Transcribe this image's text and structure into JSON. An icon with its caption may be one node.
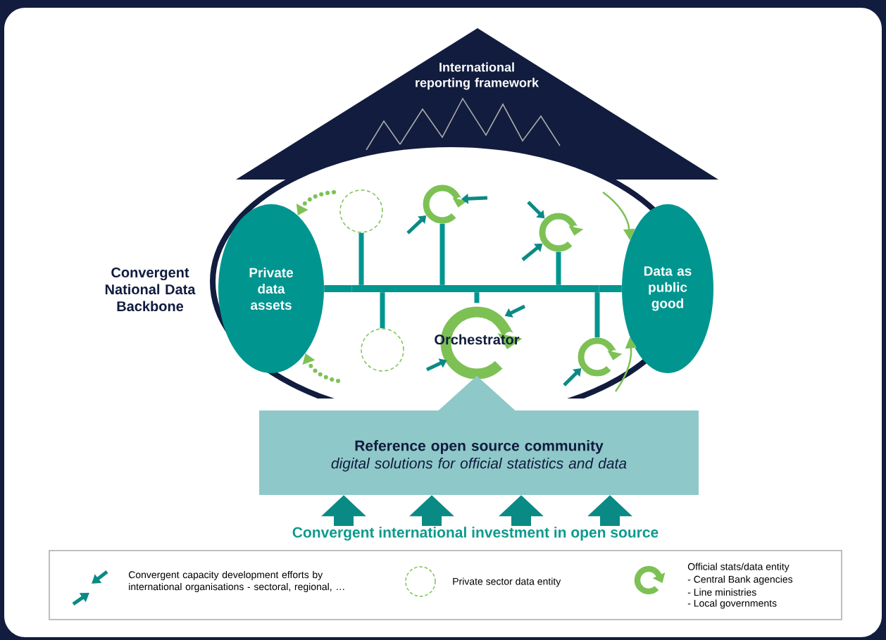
{
  "diagram": {
    "nodes": [
      {
        "text": [
          "International reporting framework"
        ]
      },
      {
        "text": [
          "Private data assets"
        ]
      },
      {
        "text": [],
        "shape": "bar"
      },
      {
        "text": [
          "Data as public good"
        ]
      },
      {
        "text": [],
        "shape": "circle"
      },
      {
        "text": [],
        "shape": "circle"
      },
      {
        "text": [],
        "shape": "circle"
      },
      {
        "text": [],
        "shape": "circle"
      },
      {
        "text": [
          "Orchestrator"
        ]
      },
      {
        "text": [],
        "shape": "circle"
      },
      {
        "text": [
          "Reference open source community",
          "digital solutions for official statistics and data"
        ]
      },
      {
        "text": [
          "Convergent international investment in open source"
        ]
      }
    ],
    "edges": [
      {
        "from": 1,
        "to": 2,
        "arrow": "none"
      },
      {
        "from": 2,
        "to": 3,
        "arrow": "none"
      },
      {
        "from": 4,
        "to": 2,
        "arrow": "none"
      },
      {
        "from": 5,
        "to": 2,
        "arrow": "none"
      },
      {
        "from": 6,
        "to": 2,
        "arrow": "none"
      },
      {
        "from": 7,
        "to": 2,
        "arrow": "none"
      },
      {
        "from": 8,
        "to": 2,
        "arrow": "none"
      },
      {
        "from": 9,
        "to": 2,
        "arrow": "none"
      },
      {
        "from": 10,
        "to": 8,
        "arrow": "to",
        "style": "thick",
        "color": "#8fc8c9"
      },
      {
        "from": 11,
        "to": 10,
        "arrow": "to",
        "style": "thick"
      },
      {
        "from": 11,
        "to": 10,
        "arrow": "to",
        "style": "thick"
      },
      {
        "from": 11,
        "to": 10,
        "arrow": "to",
        "style": "thick"
      },
      {
        "from": 11,
        "to": 10,
        "arrow": "to",
        "style": "thick"
      },
      {
        "from": null,
        "to": 5,
        "arrow": "to"
      },
      {
        "from": null,
        "to": 5,
        "arrow": "to"
      },
      {
        "from": null,
        "to": 6,
        "arrow": "to"
      },
      {
        "from": null,
        "to": 6,
        "arrow": "to"
      },
      {
        "from": null,
        "to": 8,
        "arrow": "to"
      },
      {
        "from": null,
        "to": 8,
        "arrow": "to"
      },
      {
        "from": null,
        "to": 9,
        "arrow": "to"
      },
      {
        "from": null,
        "to": 1,
        "arrow": "to",
        "style": "dashed",
        "color": "#7dc155"
      },
      {
        "from": null,
        "to": 1,
        "arrow": "to",
        "style": "dashed",
        "color": "#7dc155"
      },
      {
        "from": null,
        "to": 3,
        "arrow": "to",
        "color": "#7dc155"
      },
      {
        "from": null,
        "to": 3,
        "arrow": "to",
        "color": "#7dc155"
      }
    ],
    "labels": [
      "Convergent National Data Backbone",
      "- Central Bank agencies",
      "- Line ministries",
      "- Local governments"
    ],
    "legend": [
      {
        "text": "Convergent capacity development efforts by international organisations - sectoral, regional, …"
      },
      {
        "text": "Private sector data entity"
      },
      {
        "text": "Official stats/data entity"
      }
    ]
  }
}
